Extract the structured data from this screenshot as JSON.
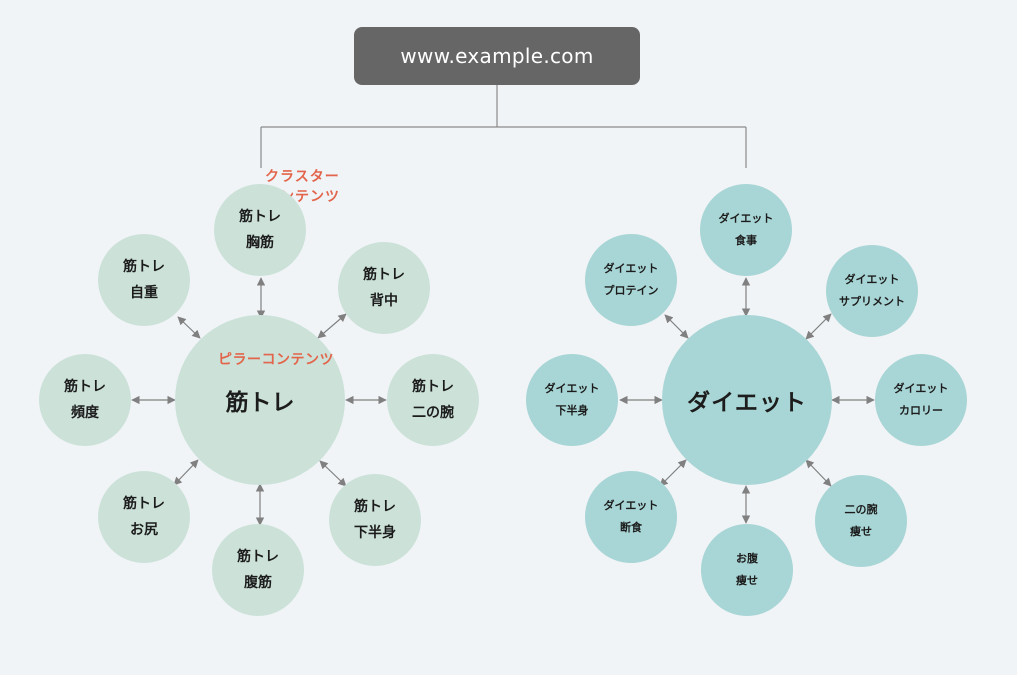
{
  "header": {
    "domain": "www.example.com"
  },
  "labels": {
    "cluster_line1": "クラスター",
    "cluster_line2": "コンテンツ",
    "pillar": "ピラーコンテンツ"
  },
  "left_group": {
    "hub": "筋トレ",
    "satellites": [
      {
        "line1": "筋トレ",
        "line2": "胸筋"
      },
      {
        "line1": "筋トレ",
        "line2": "背中"
      },
      {
        "line1": "筋トレ",
        "line2": "二の腕"
      },
      {
        "line1": "筋トレ",
        "line2": "下半身"
      },
      {
        "line1": "筋トレ",
        "line2": "腹筋"
      },
      {
        "line1": "筋トレ",
        "line2": "お尻"
      },
      {
        "line1": "筋トレ",
        "line2": "頻度"
      },
      {
        "line1": "筋トレ",
        "line2": "自重"
      }
    ]
  },
  "right_group": {
    "hub": "ダイエット",
    "satellites": [
      {
        "line1": "ダイエット",
        "line2": "食事"
      },
      {
        "line1": "ダイエット",
        "line2": "サプリメント"
      },
      {
        "line1": "ダイエット",
        "line2": "カロリー"
      },
      {
        "line1": "二の腕",
        "line2": "痩せ"
      },
      {
        "line1": "お腹",
        "line2": "痩せ"
      },
      {
        "line1": "ダイエット",
        "line2": "断食"
      },
      {
        "line1": "ダイエット",
        "line2": "下半身"
      },
      {
        "line1": "ダイエット",
        "line2": "プロテイン"
      }
    ]
  },
  "colors": {
    "background": "#f1f4f7",
    "domain_box": "#666666",
    "left_circles": "#cce2d9",
    "right_circles": "#a8d5d5",
    "accent_label": "#e2654b",
    "connector": "#808080"
  }
}
